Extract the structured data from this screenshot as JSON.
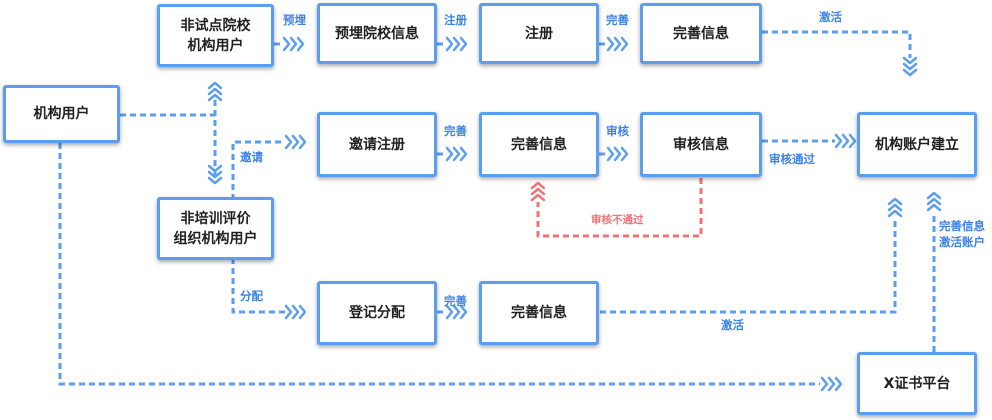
{
  "colors": {
    "blue": "#5b9ef0",
    "label_blue": "#3b82e8",
    "red": "#ee7474"
  },
  "nodes": {
    "jigou_yonghu": "机构用户",
    "fei_shidian": "非试点院校\n机构用户",
    "fei_peixun": "非培训评价\n组织机构用户",
    "yumai": "预埋院校信息",
    "zhuce": "注册",
    "wanshan_top": "完善信息",
    "yaoqing_zhuce": "邀请注册",
    "wanshan_mid": "完善信息",
    "shenhe": "审核信息",
    "jigou_zhanghu": "机构账户建立",
    "dengji_fenpei": "登记分配",
    "wanshan_bottom": "完善信息",
    "x_pingtai": "X证书平台"
  },
  "edge_labels": {
    "yumai": "预埋",
    "zhuce": "注册",
    "wanshan_top": "完善",
    "jihuo_top": "激活",
    "yaoqing": "邀请",
    "wanshan_mid": "完善",
    "shenhe": "审核",
    "shenhe_tongguo": "审核通过",
    "shenhe_butongguo": "审核不通过",
    "fenpei": "分配",
    "wanshan_bottom": "完善",
    "jihuo_bottom": "激活",
    "wanshan_jihuo": "完善信息\n激活账户"
  }
}
